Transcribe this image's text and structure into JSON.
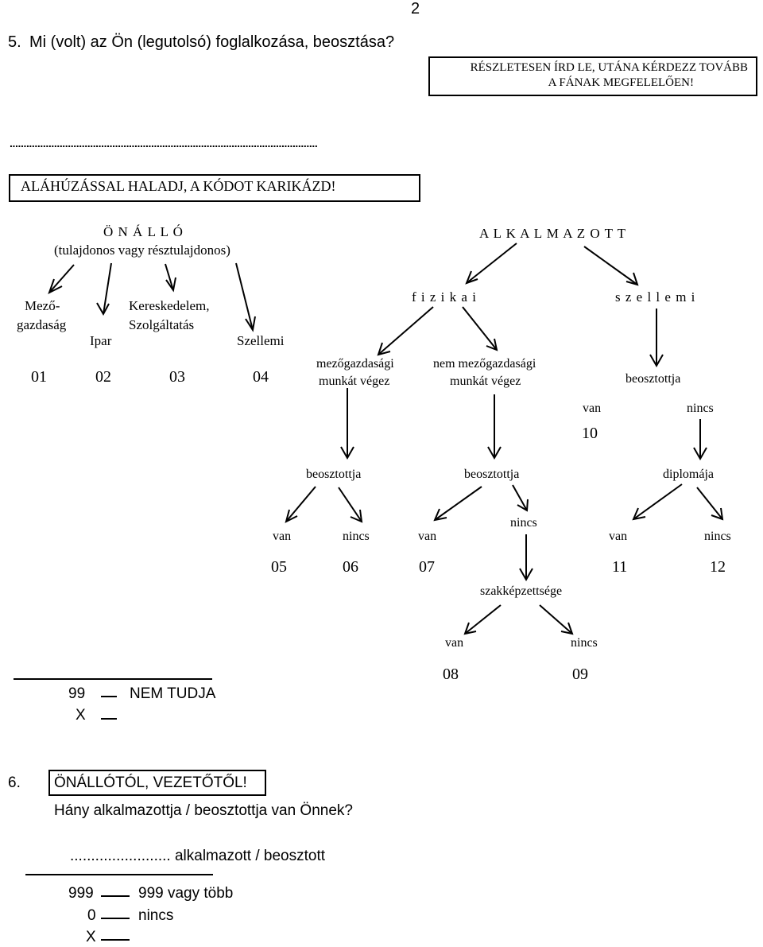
{
  "page_number": "2",
  "q5": {
    "number": "5.",
    "question": "Mi (volt) az Ön (legutolsó) foglalkozása, beosztása?",
    "instruction_line1": "RÉSZLETESEN ÍRD LE, UTÁNA KÉRDEZZ TOVÁBB",
    "instruction_line2": "A FÁNAK MEGFELELŐEN!",
    "answer_dots": "...............................................................................................................",
    "underline_instruction": "ALÁHÚZÁSSAL HALADJ, A KÓDOT KARIKÁZD!"
  },
  "tree": {
    "onallo": "Ö N Á L L Ó",
    "onallo_sub": "(tulajdonos vagy résztulajdonos)",
    "alkalmazott": "A L K A L M A Z O T T",
    "mezo1": "Mező-",
    "mezo2": "gazdaság",
    "ipar": "Ipar",
    "ker1": "Kereskedelem,",
    "ker2": "Szolgáltatás",
    "szellemi_onallo": "Szellemi",
    "code01": "01",
    "code02": "02",
    "code03": "03",
    "code04": "04",
    "fizikai": "f i z i k a i",
    "szellemi": "s z e l l e m i",
    "mezo_munka1": "mezőgazdasági",
    "mezo_munka2": "munkát végez",
    "nem_mezo1": "nem mezőgazdasági",
    "nem_mezo2": "munkát végez",
    "beosztottja_sz": "beosztottja",
    "van_sz": "van",
    "nincs_sz": "nincs",
    "code10": "10",
    "beosztottja_a": "beosztottja",
    "beosztottja_b": "beosztottja",
    "diplomaja": "diplomája",
    "van_a": "van",
    "nincs_a": "nincs",
    "van_b": "van",
    "nincs_b": "nincs",
    "van_d": "van",
    "nincs_d": "nincs",
    "code05": "05",
    "code06": "06",
    "code07": "07",
    "code11": "11",
    "code12": "12",
    "szakkepzettsege": "szakképzettsége",
    "van_s": "van",
    "nincs_s": "nincs",
    "code08": "08",
    "code09": "09"
  },
  "q5_codes": {
    "code99": "99",
    "nem_tudja": "NEM TUDJA",
    "x": "X"
  },
  "q6": {
    "number": "6.",
    "instruction": "ÖNÁLLÓTÓL, VEZETŐTŐL!",
    "question": "Hány alkalmazottja / beosztottja van Önnek?",
    "answer": "........................ alkalmazott / beosztott",
    "code999": "999",
    "label999": "999 vagy több",
    "code0": "0",
    "label0": "nincs",
    "x": "X"
  }
}
